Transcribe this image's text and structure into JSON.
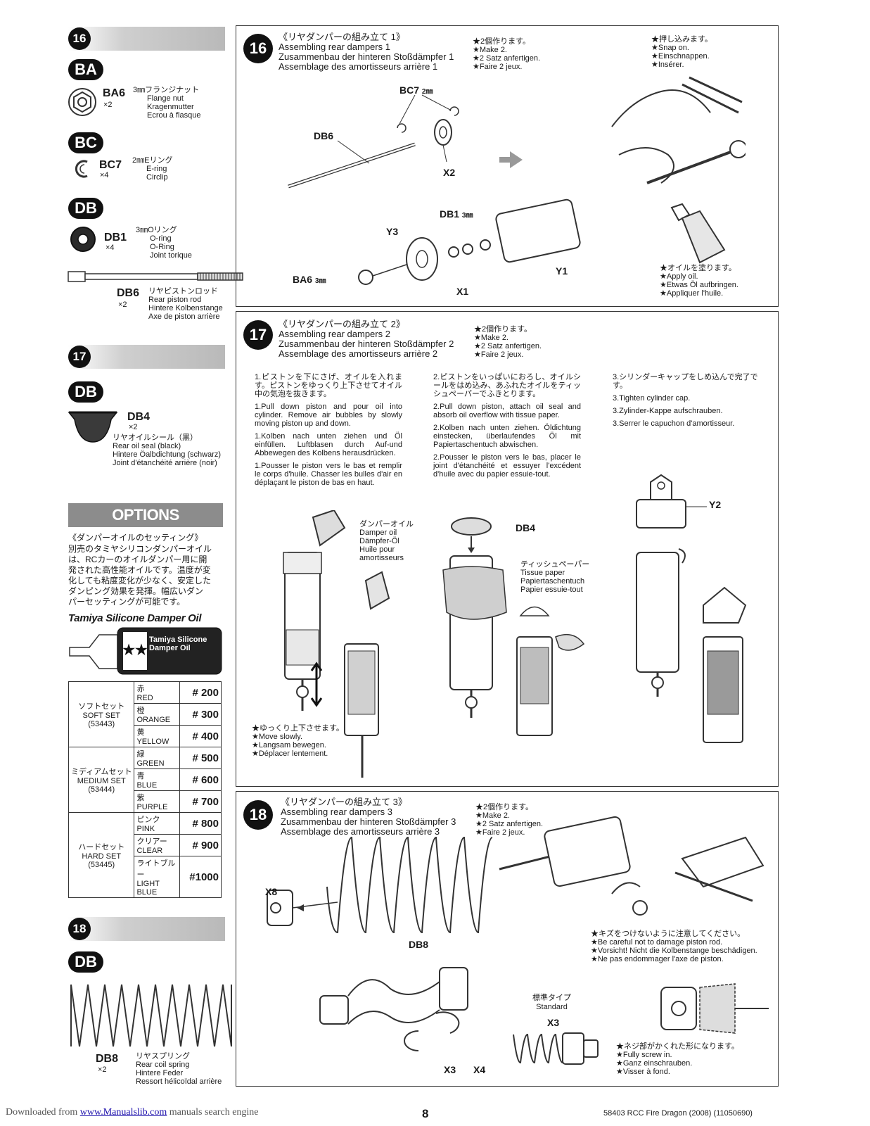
{
  "sidebar": {
    "s16": {
      "step": "16",
      "groups": [
        {
          "bag": "BA",
          "code": "BA6",
          "qty": "×2",
          "jp": "3㎜フランジナット",
          "en": "Flange nut",
          "de": "Kragenmutter",
          "fr": "Ecrou à flasque"
        },
        {
          "bag": "BC",
          "code": "BC7",
          "qty": "×4",
          "jp": "2㎜Eリング",
          "en": "E-ring",
          "de": "Circlip",
          "fr": ""
        },
        {
          "bag": "DB",
          "code": "DB1",
          "qty": "×4",
          "jp": "3㎜Oリング",
          "en": "O-ring",
          "de": "O-Ring",
          "fr": "Joint torique"
        }
      ],
      "rod": {
        "code": "DB6",
        "qty": "×2",
        "jp": "リヤピストンロッド",
        "en": "Rear piston rod",
        "de": "Hintere Kolbenstange",
        "fr": "Axe de piston arrière"
      }
    },
    "s17": {
      "step": "17",
      "bag": "DB",
      "code": "DB4",
      "qty": "×2",
      "jp": "リヤオイルシール（黒）",
      "en": "Rear oil seal (black)",
      "de": "Hintere Öalbdichtung (schwarz)",
      "fr": "Joint d'étanchéité arrière (noir)"
    },
    "options": {
      "title": "OPTIONS",
      "jp_title": "《ダンパーオイルのセッティング》",
      "jp_body": [
        "別売のタミヤシリコンダンパーオイル",
        "は、RCカーのオイルダンパー用に開",
        "発された高性能オイルです。温度が変",
        "化しても粘度変化が少なく、安定した",
        "ダンピング効果を発揮。幅広いダン",
        "パーセッティングが可能です。"
      ],
      "product": "Tamiya Silicone Damper Oil",
      "bottle_label": "Tamiya Silicone Damper Oil",
      "sets": [
        {
          "jp": "ソフトセット",
          "en": "SOFT SET",
          "no": "(53443)",
          "oils": [
            {
              "jp": "赤",
              "en": "RED",
              "num": "# 200"
            },
            {
              "jp": "橙",
              "en": "ORANGE",
              "num": "# 300"
            },
            {
              "jp": "黄",
              "en": "YELLOW",
              "num": "# 400"
            }
          ]
        },
        {
          "jp": "ミディアムセット",
          "en": "MEDIUM SET",
          "no": "(53444)",
          "oils": [
            {
              "jp": "緑",
              "en": "GREEN",
              "num": "# 500"
            },
            {
              "jp": "青",
              "en": "BLUE",
              "num": "# 600"
            },
            {
              "jp": "紫",
              "en": "PURPLE",
              "num": "# 700"
            }
          ]
        },
        {
          "jp": "ハードセット",
          "en": "HARD SET",
          "no": "(53445)",
          "oils": [
            {
              "jp": "ピンク",
              "en": "PINK",
              "num": "# 800"
            },
            {
              "jp": "クリアー",
              "en": "CLEAR",
              "num": "# 900"
            },
            {
              "jp": "ライトブルー",
              "en": "LIGHT BLUE",
              "num": "#1000"
            }
          ]
        }
      ]
    },
    "s18": {
      "step": "18",
      "bag": "DB",
      "code": "DB8",
      "qty": "×2",
      "jp": "リヤスプリング",
      "en": "Rear coil spring",
      "de": "Hintere Feder",
      "fr": "Ressort hélicoïdal arrière"
    }
  },
  "step16": {
    "num": "16",
    "jp": "《リヤダンパーの組み立て 1》",
    "en": "Assembling rear dampers 1",
    "de": "Zusammenbau der hinteren Stoßdämpfer 1",
    "fr": "Assemblage des amortisseurs arrière 1",
    "make": [
      "★2個作ります。",
      "★Make 2.",
      "★2 Satz anfertigen.",
      "★Faire 2 jeux."
    ],
    "snap": [
      "★押し込みます。",
      "★Snap on.",
      "★Einschnappen.",
      "★Insérer."
    ],
    "oil": [
      "★オイルを塗ります。",
      "★Apply oil.",
      "★Etwas Öl aufbringen.",
      "★Appliquer l'huile."
    ],
    "labels": {
      "bc7": "BC7",
      "bc7size": "2㎜",
      "db6": "DB6",
      "x2": "X2",
      "db1": "DB1",
      "db1size": "3㎜",
      "y3": "Y3",
      "y1": "Y1",
      "ba6": "BA6",
      "ba6size": "3㎜",
      "x1": "X1"
    }
  },
  "step17": {
    "num": "17",
    "jp": "《リヤダンパーの組み立て 2》",
    "en": "Assembling rear dampers 2",
    "de": "Zusammenbau der hinteren Stoßdämpfer 2",
    "fr": "Assemblage des amortisseurs arrière 2",
    "make": [
      "★2個作ります。",
      "★Make 2.",
      "★2 Satz anfertigen.",
      "★Faire 2 jeux."
    ],
    "c1": {
      "jp": "1.ピストンを下にさげ、オイルを入れます。ピストンをゆっくり上下させてオイル中の気泡を抜きます。",
      "en": "1.Pull down piston and pour oil into cylinder. Remove air bubbles by slowly moving piston up and down.",
      "de": "1.Kolben nach unten ziehen und Öl einfüllen. Luftblasen durch Auf-und Abbewegen des Kolbens herausdrücken.",
      "fr": "1.Pousser le piston vers le bas et remplir le corps d'huile. Chasser les bulles d'air en déplaçant le piston de bas en haut."
    },
    "c2": {
      "jp": "2.ピストンをいっぱいにおろし、オイルシールをはめ込み、あふれたオイルをティッシュペーパーでふきとります。",
      "en": "2.Pull down piston, attach oil seal and absorb oil overflow with tissue paper.",
      "de": "2.Kolben nach unten ziehen. Öldichtung einstecken, überlaufendes Öl mit Papiertaschentuch abwischen.",
      "fr": "2.Pousser le piston vers le bas, placer le joint d'étanchéité et essuyer l'excédent d'huile avec du papier essuie-tout."
    },
    "c3": {
      "jp": "3.シリンダーキャップをしめ込んで完了です。",
      "en": "3.Tighten cylinder cap.",
      "de": "3.Zylinder-Kappe aufschrauben.",
      "fr": "3.Serrer le capuchon d'amortisseur."
    },
    "damperoil": [
      "ダンパーオイル",
      "Damper oil",
      "Dämpfer-Öl",
      "Huile pour",
      "amortisseurs"
    ],
    "tissue": [
      "ティッシュペーパー",
      "Tissue paper",
      "Papiertaschentuch",
      "Papier essuie-tout"
    ],
    "db4": "DB4",
    "y2": "Y2",
    "slow": [
      "★ゆっくり上下させます。",
      "★Move slowly.",
      "★Langsam bewegen.",
      "★Déplacer lentement."
    ]
  },
  "step18": {
    "num": "18",
    "jp": "《リヤダンパーの組み立て 3》",
    "en": "Assembling rear dampers 3",
    "de": "Zusammenbau der hinteren Stoßdämpfer 3",
    "fr": "Assemblage des amortisseurs arrière 3",
    "make": [
      "★2個作ります。",
      "★Make 2.",
      "★2 Satz anfertigen.",
      "★Faire 2 jeux."
    ],
    "careful": [
      "★キズをつけないように注意してください。",
      "★Be careful not to damage piston rod.",
      "★Vorsicht! Nicht die Kolbenstange beschädigen.",
      "★Ne pas endommager l'axe de piston."
    ],
    "screw": [
      "★ネジ部がかくれた形になります。",
      "★Fully screw in.",
      "★Ganz einschrauben.",
      "★Visser à fond."
    ],
    "standard_jp": "標準タイプ",
    "standard_en": "Standard",
    "labels": {
      "x8": "X8",
      "db8": "DB8",
      "x3a": "X3",
      "x3b": "X3",
      "x4": "X4"
    }
  },
  "footer": {
    "downloaded": "Downloaded from",
    "link": "www.Manualslib.com",
    "tail": "manuals search engine",
    "page": "8",
    "code": "58403 RCC Fire Dragon (2008) (11050690)"
  }
}
